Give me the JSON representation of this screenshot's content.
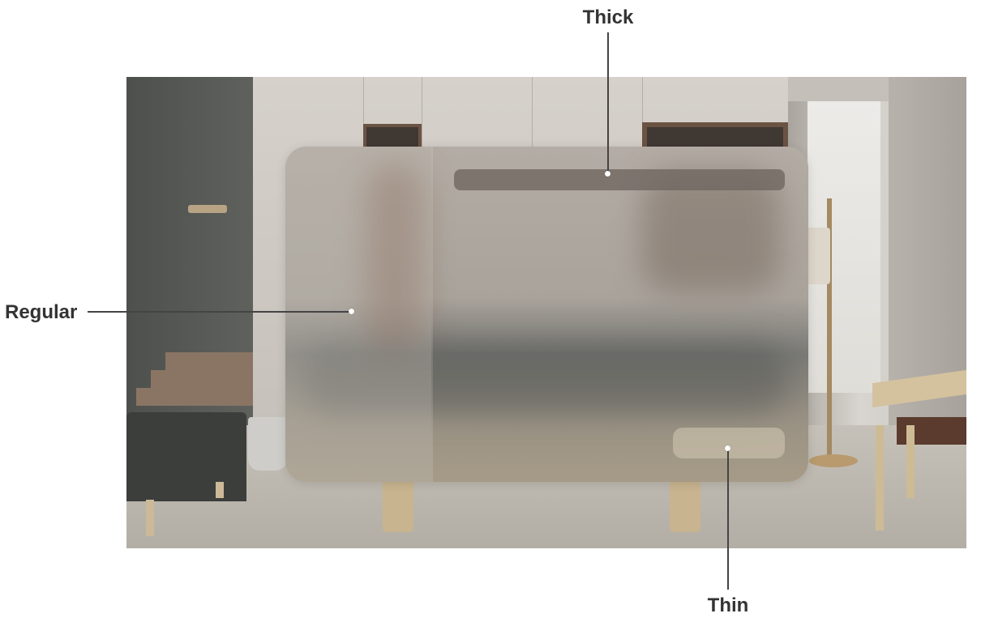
{
  "labels": {
    "thick": "Thick",
    "regular": "Regular",
    "thin": "Thin"
  },
  "colors": {
    "label_text": "#333333",
    "leader_line": "#444444",
    "thick_material": "#706862",
    "regular_material": "#b3aca4",
    "thin_material": "#d4cab4"
  }
}
